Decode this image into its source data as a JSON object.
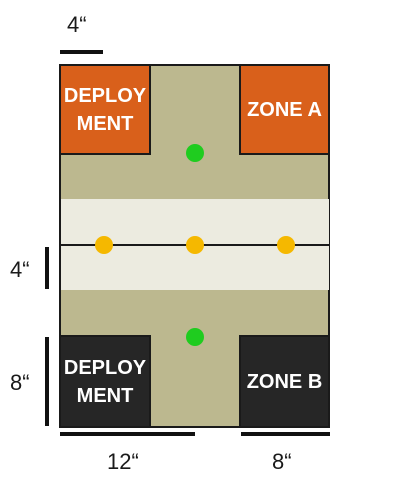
{
  "labels": {
    "top_scale": "4“",
    "band_scale": "4“",
    "deploy_scale": "8“",
    "bottom_left_scale": "12“",
    "bottom_right_scale": "8“"
  },
  "zones": {
    "deployment_top": "DEPLOY\nMENT",
    "zone_a": "ZONE A",
    "deployment_bottom": "DEPLOY\nMENT",
    "zone_b": "ZONE B"
  },
  "colors": {
    "board": "#bcb88f",
    "center_band": "#ecebe0",
    "orange_zone": "#d9601b",
    "dark_zone": "#262626",
    "green_objective": "#1fcc1f",
    "yellow_objective": "#f5b800"
  }
}
